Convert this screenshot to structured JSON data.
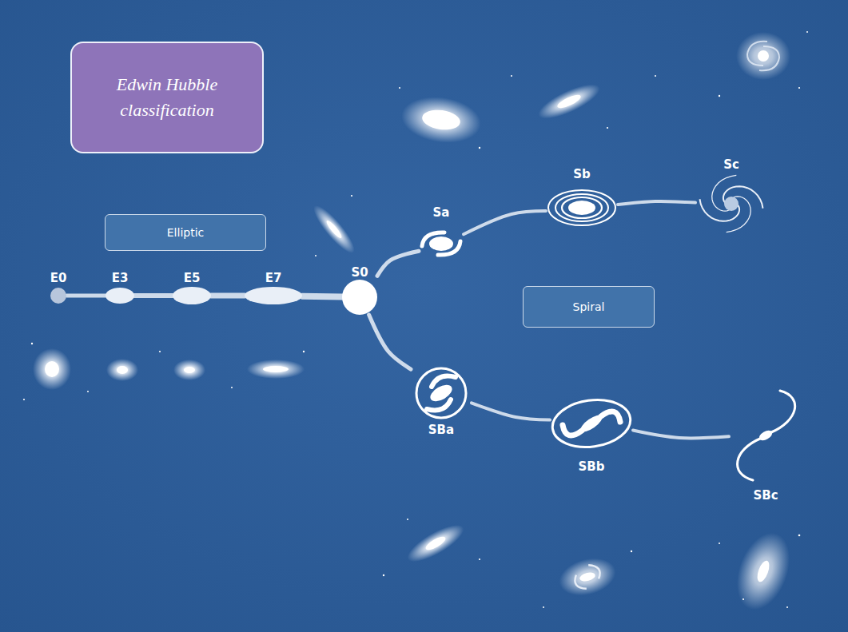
{
  "diagram": {
    "nodes": [
      {
        "text": [
          "Edwin Hubble classification"
        ]
      },
      {
        "text": [
          "Elliptic"
        ]
      },
      {
        "text": [
          "E0"
        ]
      },
      {
        "text": [
          "E3"
        ]
      },
      {
        "text": [
          "E5"
        ]
      },
      {
        "text": [
          "E7"
        ]
      },
      {
        "text": [
          "S0"
        ]
      },
      {
        "text": [
          "Sa"
        ]
      },
      {
        "text": [
          "Sb"
        ]
      },
      {
        "text": [
          "Sc"
        ]
      },
      {
        "text": [
          "Spiral"
        ]
      },
      {
        "text": [
          "SBa"
        ]
      },
      {
        "text": [
          "SBb"
        ]
      },
      {
        "text": [
          "SBc"
        ]
      }
    ],
    "edges": [
      {
        "from": 2,
        "to": 3,
        "arrow": "none"
      },
      {
        "from": 3,
        "to": 4,
        "arrow": "none"
      },
      {
        "from": 4,
        "to": 5,
        "arrow": "none"
      },
      {
        "from": 5,
        "to": 6,
        "arrow": "none"
      },
      {
        "from": 6,
        "to": 7,
        "arrow": "none"
      },
      {
        "from": 7,
        "to": 8,
        "arrow": "none"
      },
      {
        "from": 8,
        "to": 9,
        "arrow": "none"
      },
      {
        "from": 6,
        "to": 11,
        "arrow": "none"
      },
      {
        "from": 11,
        "to": 12,
        "arrow": "none"
      },
      {
        "from": 12,
        "to": 13,
        "arrow": "none"
      }
    ]
  }
}
